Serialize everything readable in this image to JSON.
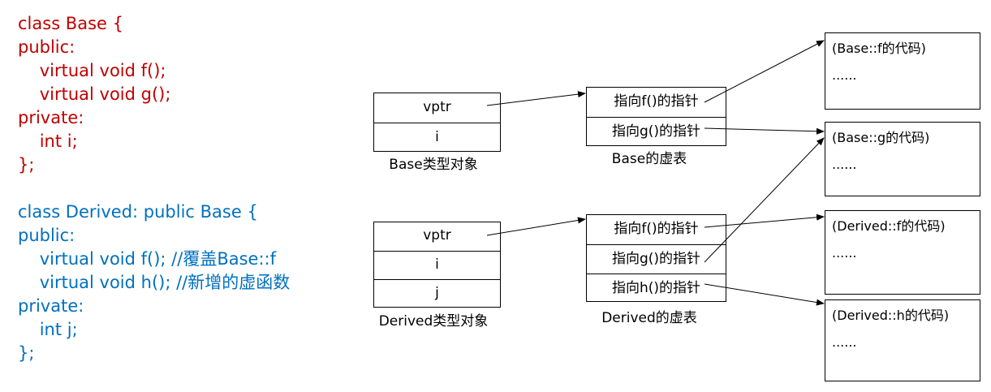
{
  "code": {
    "base": {
      "color": "#c00000",
      "lines": [
        "class Base {",
        "public:",
        "    virtual void f();",
        "    virtual void g();",
        "private:",
        "    int i;",
        "};"
      ]
    },
    "derived": {
      "color": "#0070c0",
      "lines": [
        "class Derived: public Base {",
        "public:",
        "    virtual void f(); //覆盖Base::f",
        "    virtual void h(); //新增的虚函数",
        "private:",
        "    int j;",
        "};"
      ]
    }
  },
  "objects": {
    "base": {
      "fields": [
        "vptr",
        "i"
      ],
      "caption": "Base类型对象"
    },
    "derived": {
      "fields": [
        "vptr",
        "i",
        "j"
      ],
      "caption": "Derived类型对象"
    }
  },
  "vtables": {
    "base": {
      "entries": [
        "指向f()的指针",
        "指向g()的指针"
      ],
      "caption": "Base的虚表"
    },
    "derived": {
      "entries": [
        "指向f()的指针",
        "指向g()的指针",
        "指向h()的指针"
      ],
      "caption": "Derived的虚表"
    }
  },
  "code_blocks": [
    {
      "title": "(Base::f的代码)",
      "body": "......"
    },
    {
      "title": "(Base::g的代码)",
      "body": "......"
    },
    {
      "title": "(Derived::f的代码)",
      "body": "......"
    },
    {
      "title": "(Derived::h的代码)",
      "body": "......"
    }
  ]
}
